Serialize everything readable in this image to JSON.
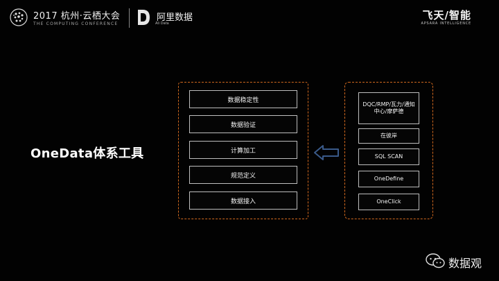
{
  "header": {
    "conference_title": "2017 杭州·云栖大会",
    "conference_subtitle": "THE COMPUTING CONFERENCE",
    "logo_name": "阿里数据",
    "logo_sub": "Ali Data",
    "brand_main": "飞天/智能",
    "brand_sub": "APSARA INTELLIGENCE",
    "icons": {
      "conference": "globe-dots-icon",
      "ali_data": "letter-d-logo-icon"
    }
  },
  "title": "OneData体系工具",
  "left_panel": {
    "items": [
      "数据稳定性",
      "数据验证",
      "计算加工",
      "规范定义",
      "数据接入"
    ]
  },
  "right_panel": {
    "items": [
      "DQC/RMP/瓦力/通知中心/摩萨德",
      "在彼岸",
      "SQL SCAN",
      "OneDefine",
      "OneClick"
    ]
  },
  "arrow": {
    "direction": "left",
    "icon": "hollow-arrow-left-icon"
  },
  "watermark": {
    "text": "数据观",
    "icon": "wechat-icon"
  },
  "colors": {
    "background": "#000000",
    "dashed_border": "#d2691e",
    "box_border": "#bfbfbf",
    "arrow": "#3a5a8a",
    "text": "#ffffff"
  }
}
